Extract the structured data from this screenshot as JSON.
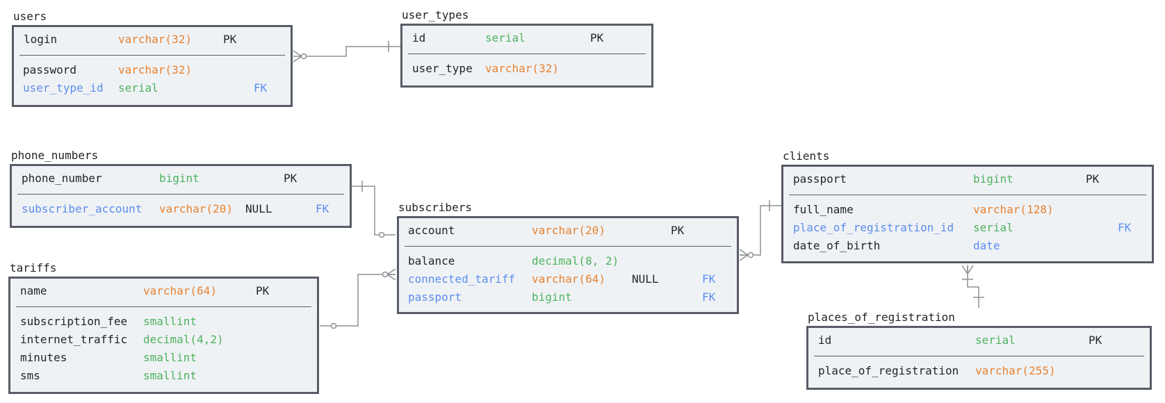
{
  "entities": {
    "users": {
      "title": "users",
      "pk": [
        {
          "name": "login",
          "type": "varchar(32)",
          "key": "PK"
        }
      ],
      "fields": [
        {
          "name": "password",
          "type": "varchar(32)",
          "null": "",
          "key": ""
        },
        {
          "name": "user_type_id",
          "type": "serial",
          "null": "",
          "key": "FK"
        }
      ]
    },
    "user_types": {
      "title": "user_types",
      "pk": [
        {
          "name": "id",
          "type": "serial",
          "key": "PK"
        }
      ],
      "fields": [
        {
          "name": "user_type",
          "type": "varchar(32)",
          "null": "",
          "key": ""
        }
      ]
    },
    "phone_numbers": {
      "title": "phone_numbers",
      "pk": [
        {
          "name": "phone_number",
          "type": "bigint",
          "key": "PK"
        }
      ],
      "fields": [
        {
          "name": "subscriber_account",
          "type": "varchar(20)",
          "null": "NULL",
          "key": "FK"
        }
      ]
    },
    "subscribers": {
      "title": "subscribers",
      "pk": [
        {
          "name": "account",
          "type": "varchar(20)",
          "key": "PK"
        }
      ],
      "fields": [
        {
          "name": "balance",
          "type": "decimal(8, 2)",
          "null": "",
          "key": ""
        },
        {
          "name": "connected_tariff",
          "type": "varchar(64)",
          "null": "NULL",
          "key": "FK"
        },
        {
          "name": "passport",
          "type": "bigint",
          "null": "",
          "key": "FK"
        }
      ]
    },
    "clients": {
      "title": "clients",
      "pk": [
        {
          "name": "passport",
          "type": "bigint",
          "key": "PK"
        }
      ],
      "fields": [
        {
          "name": "full_name",
          "type": "varchar(128)",
          "null": "",
          "key": ""
        },
        {
          "name": "place_of_registration_id",
          "type": "serial",
          "null": "",
          "key": "FK"
        },
        {
          "name": "date_of_birth",
          "type": "date",
          "null": "",
          "key": ""
        }
      ]
    },
    "tariffs": {
      "title": "tariffs",
      "pk": [
        {
          "name": "name",
          "type": "varchar(64)",
          "key": "PK"
        }
      ],
      "fields": [
        {
          "name": "subscription_fee",
          "type": "smallint",
          "null": "",
          "key": ""
        },
        {
          "name": "internet_traffic",
          "type": "decimal(4,2)",
          "null": "",
          "key": ""
        },
        {
          "name": "minutes",
          "type": "smallint",
          "null": "",
          "key": ""
        },
        {
          "name": "sms",
          "type": "smallint",
          "null": "",
          "key": ""
        }
      ]
    },
    "places_of_registration": {
      "title": "places_of_registration",
      "pk": [
        {
          "name": "id",
          "type": "serial",
          "key": "PK"
        }
      ],
      "fields": [
        {
          "name": "place_of_registration",
          "type": "varchar(255)",
          "null": "",
          "key": ""
        }
      ]
    }
  },
  "colors": {
    "border": "#585c66",
    "box_bg": "#eff2f5",
    "connector": "#8c8f96",
    "type_varchar": "#e8822f",
    "type_numeric": "#4db35e",
    "type_date": "#5b8def",
    "foreign_key": "#5b8def"
  }
}
